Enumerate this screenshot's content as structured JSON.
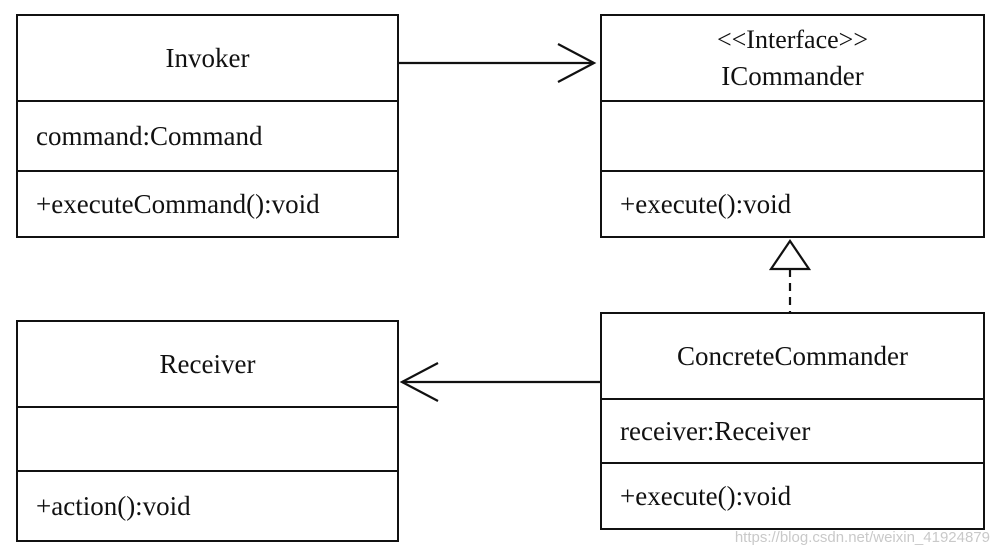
{
  "classes": {
    "invoker": {
      "name": "Invoker",
      "attribute": "command:Command",
      "operation": "+executeCommand():void"
    },
    "icommander": {
      "stereotype": "<<Interface>>",
      "name": "ICommander",
      "attribute": "",
      "operation": "+execute():void"
    },
    "receiver": {
      "name": "Receiver",
      "attribute": "",
      "operation": "+action():void"
    },
    "concrete_commander": {
      "name": "ConcreteCommander",
      "attribute": "receiver:Receiver",
      "operation": "+execute():void"
    }
  },
  "relationships": [
    {
      "from": "Invoker",
      "to": "ICommander",
      "kind": "association"
    },
    {
      "from": "ConcreteCommander",
      "to": "ICommander",
      "kind": "realization"
    },
    {
      "from": "ConcreteCommander",
      "to": "Receiver",
      "kind": "association"
    }
  ],
  "watermark": "https://blog.csdn.net/weixin_41924879"
}
